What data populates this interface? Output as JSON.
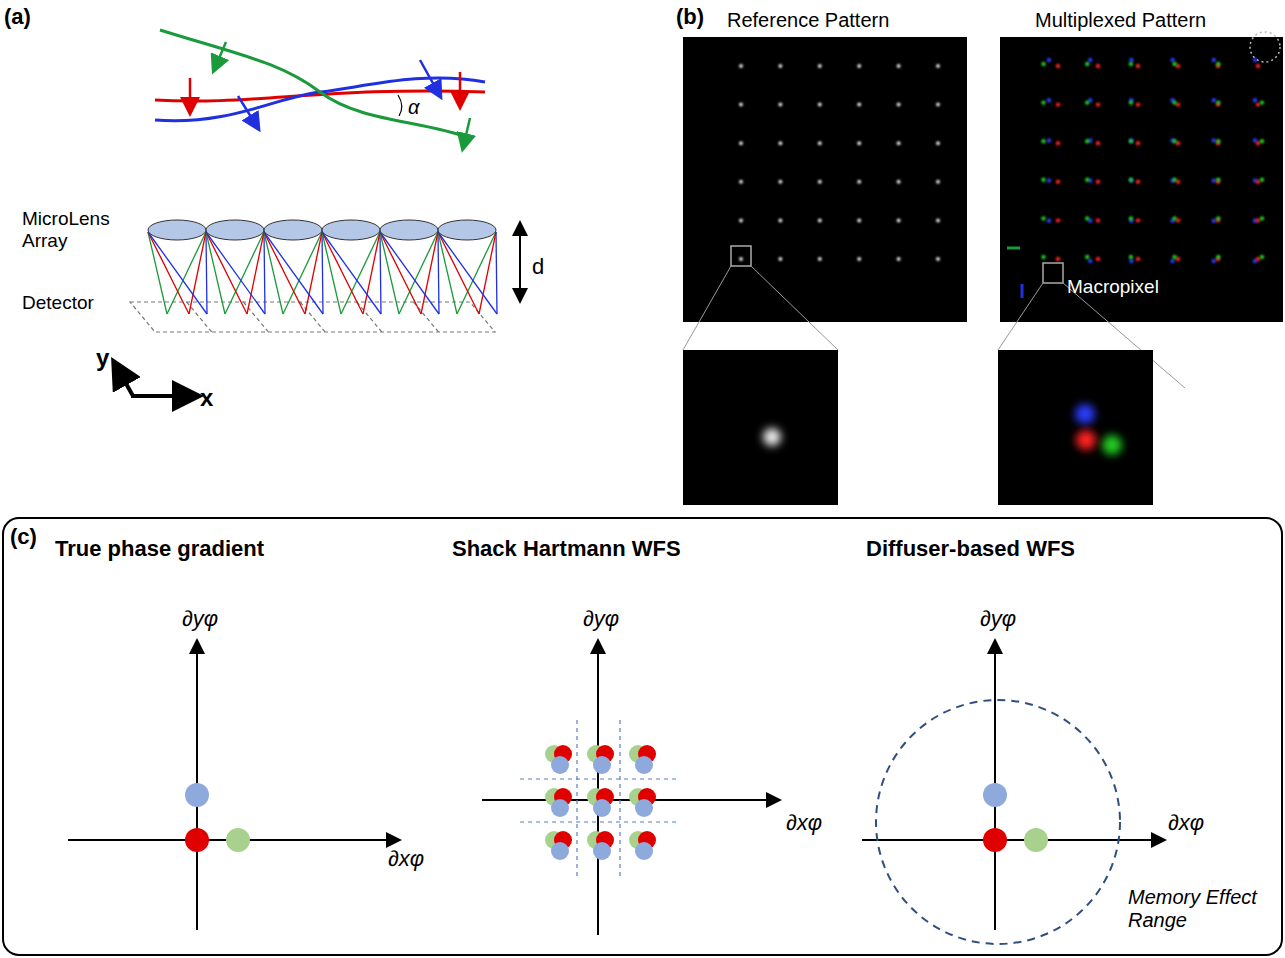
{
  "diagram": {
    "labels": [
      "(a)",
      "α",
      "MicroLens Array",
      "d",
      "Detector",
      "y",
      "x",
      "(b)",
      "Reference Pattern",
      "Multiplexed Pattern",
      "Macropixel",
      "(c)",
      "True phase gradient",
      "∂yφ",
      "∂xφ",
      "Shack Hartmann WFS",
      "∂yφ",
      "∂xφ",
      "Diffuser-based WFS",
      "∂yφ",
      "∂xφ",
      "Memory Effect Range"
    ]
  }
}
